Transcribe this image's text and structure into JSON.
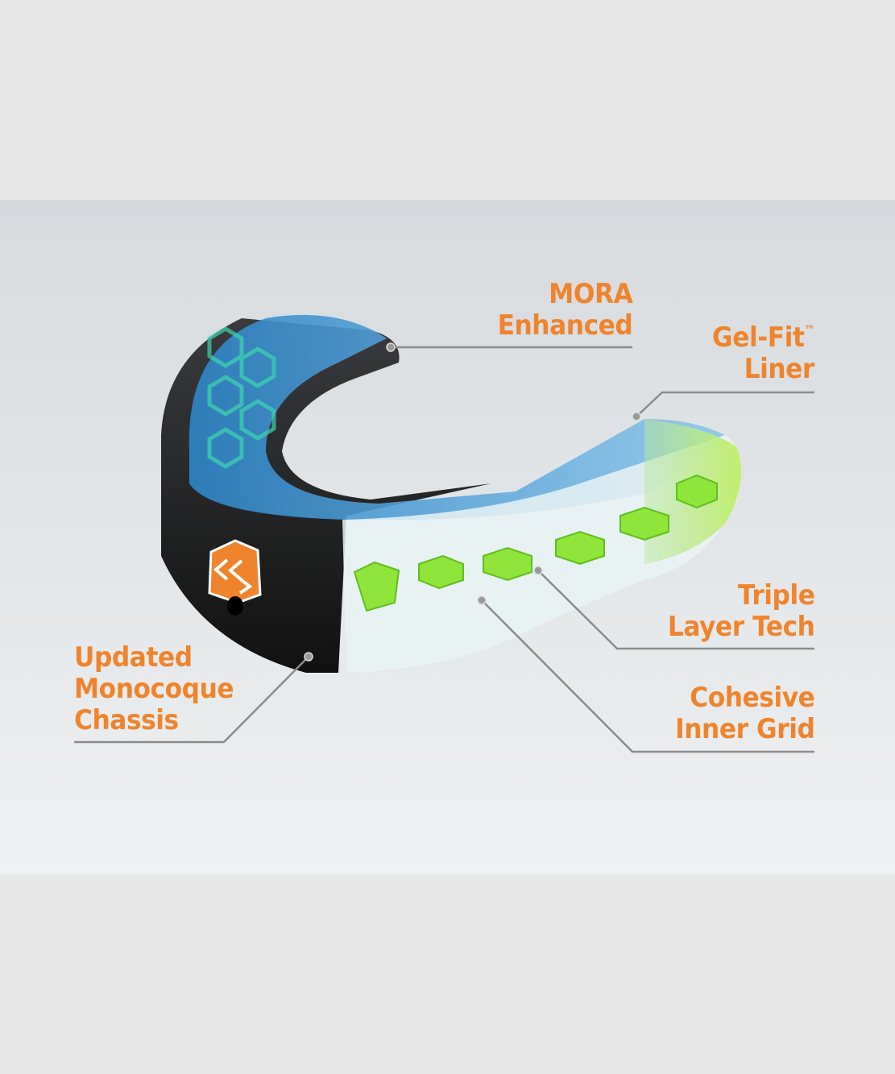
{
  "colors": {
    "accent": "#f0842c",
    "leader": "#8c8c8c",
    "background": "#e8e8e8"
  },
  "labels": {
    "mora": {
      "line1": "MORA",
      "line2": "Enhanced"
    },
    "gelfit": {
      "line1": "Gel-Fit",
      "tm": "™",
      "line2": "Liner"
    },
    "triple": {
      "line1": "Triple",
      "line2": "Layer Tech"
    },
    "cohesive": {
      "line1": "Cohesive",
      "line2": "Inner Grid"
    },
    "chassis": {
      "line1": "Updated",
      "line2": "Monocoque",
      "line3": "Chassis"
    }
  },
  "icons": {
    "logo": "shock-doctor-logo-icon"
  }
}
